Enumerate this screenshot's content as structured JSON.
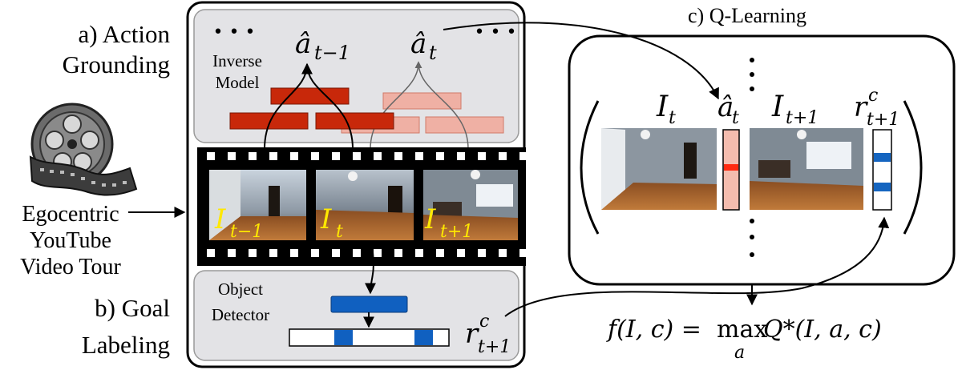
{
  "section_a": {
    "line1": "a) Action",
    "line2": "Grounding"
  },
  "section_b": {
    "line1": "b) Goal",
    "line2": "Labeling"
  },
  "section_c": {
    "title": "c) Q-Learning"
  },
  "source": {
    "line1": "Egocentric",
    "line2": "YouTube",
    "line3": "Video Tour"
  },
  "inverse_model": {
    "line1": "Inverse",
    "line2": "Model"
  },
  "object_detector": {
    "line1": "Object",
    "line2": "Detector"
  },
  "ellipsis": "• • •",
  "actions": {
    "prev": "â",
    "prev_sub": "t−1",
    "cur": "â",
    "cur_sub": "t"
  },
  "frames": [
    {
      "var": "I",
      "sub": "t−1"
    },
    {
      "var": "I",
      "sub": "t"
    },
    {
      "var": "I",
      "sub": "t+1"
    }
  ],
  "reward": {
    "var": "r",
    "sup": "c",
    "sub": "t+1"
  },
  "tuple": {
    "I_t": "I",
    "I_t_sub": "t",
    "a_t": "â",
    "a_t_sub": "t",
    "I_t1": "I",
    "I_t1_sub": "t+1",
    "r": "r",
    "r_sup": "c",
    "r_sub": "t+1"
  },
  "formula": {
    "lhs": "f(I, c) = ",
    "max": "max",
    "max_sub": "a",
    "rhs": " Q*(I, a, c)"
  },
  "colors": {
    "inverse_active": "#c8280a",
    "inverse_faded": "#efb0a4",
    "detector": "#1060c0",
    "panel_fill": "#e3e3e6",
    "action_highlight": "#ff2a10",
    "reward_bar": "#1565c0",
    "frame_label": "#ffe800"
  }
}
